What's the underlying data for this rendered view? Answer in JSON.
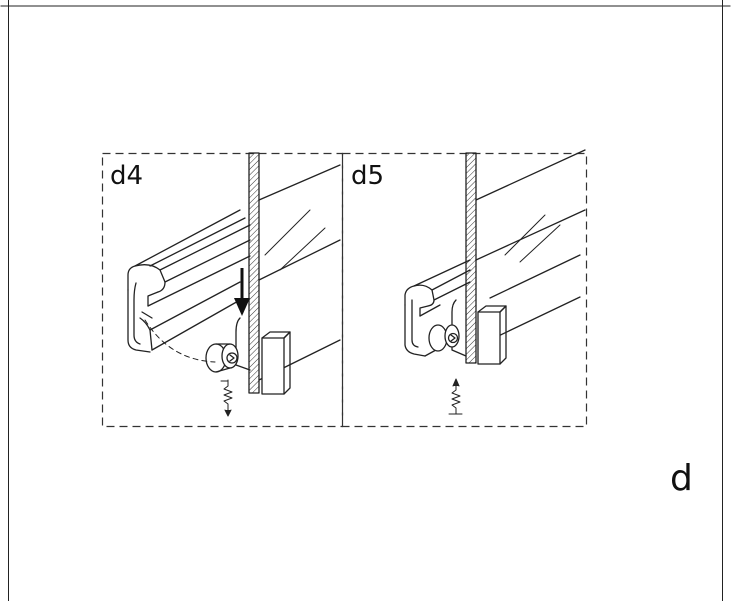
{
  "panels": [
    {
      "label": "d4"
    },
    {
      "label": "d5"
    }
  ],
  "step_letter": "d"
}
